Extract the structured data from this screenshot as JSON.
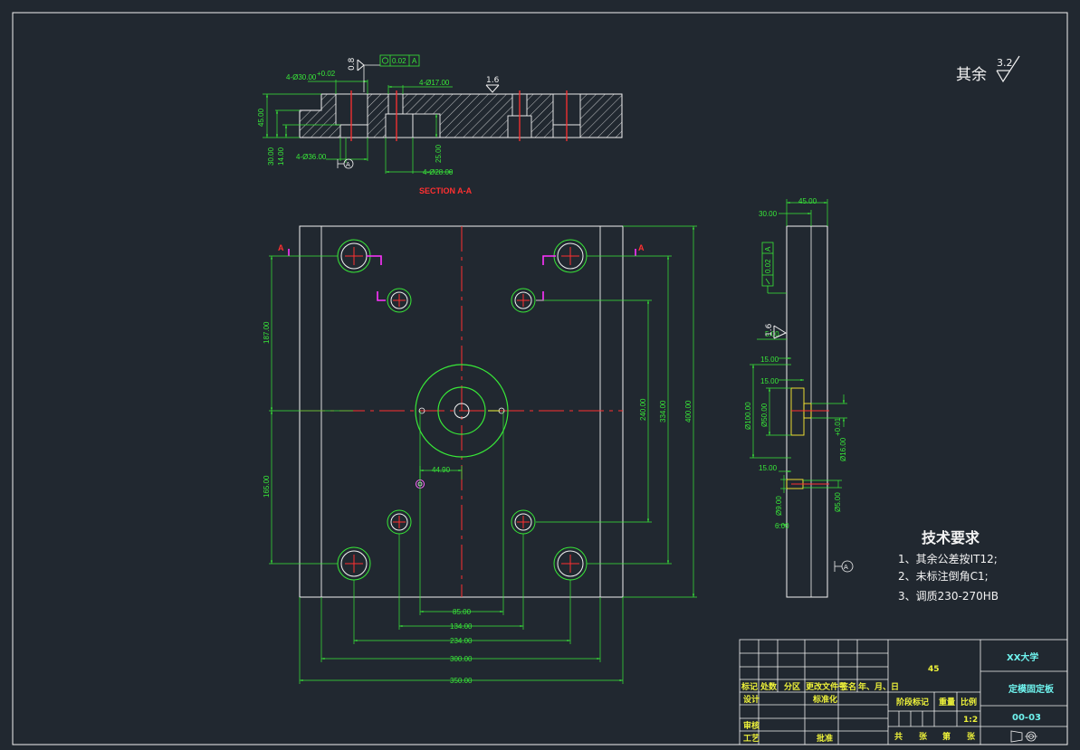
{
  "roughness_general": {
    "prefix": "其余",
    "value": "3.2"
  },
  "section_view": {
    "label": "SECTION A-A",
    "roughness_top": "0.8",
    "roughness_mid": "1.6",
    "flatness": {
      "value": "0.02",
      "datum": "A"
    },
    "dims": {
      "d30": "4-Ø30.00",
      "d30_tol": "+0.02",
      "d17": "4-Ø17.00",
      "d36": "4-Ø36.00",
      "d28": "4-Ø28.00",
      "h45": "45.00",
      "h30": "30.00",
      "h14": "14.00",
      "h25": "25.00"
    },
    "datum": "A"
  },
  "plan_view": {
    "section_mark": "A",
    "dims": {
      "h187": "187.00",
      "h165": "165.00",
      "h240": "240.00",
      "h334": "334.00",
      "h400": "400.00",
      "w44": "44.90",
      "w85": "85.00",
      "w134": "134.00",
      "w234": "234.00",
      "w300": "300.00",
      "w350": "350.00"
    }
  },
  "side_view": {
    "roughness": "1.6",
    "parallel": {
      "value": "0.02",
      "datum": "A"
    },
    "datum": "A",
    "dims": {
      "w45": "45.00",
      "w30": "30.00",
      "d5": "5.00",
      "d15a": "15.00",
      "d15b": "15.00",
      "d6": "6.00",
      "dia100": "Ø100.00",
      "dia50": "Ø50.00",
      "dia16": "Ø16.00",
      "dia16_tol": "+0.01",
      "dia9": "Ø9.00",
      "dia5": "Ø5.00"
    }
  },
  "tech_requirements": {
    "title": "技术要求",
    "items": [
      "1、其余公差按IT12;",
      "2、未标注倒角C1;",
      "3、调质230-270HB"
    ]
  },
  "title_block": {
    "material": "45",
    "school": "XX大学",
    "part_name": "定模固定板",
    "drawing_no": "00-03",
    "scale": "1:2",
    "head_labels": [
      "标记",
      "处数",
      "分区",
      "更改文件号",
      "签名",
      "年、月、日"
    ],
    "row_labels": {
      "design": "设计",
      "standard": "标准化",
      "review": "审核",
      "process": "工艺",
      "approve": "批准"
    },
    "stage_label": "阶段标记",
    "weight_label": "重量",
    "ratio_label": "比例",
    "sheet_labels": [
      "共",
      "张",
      "第",
      "张"
    ]
  }
}
